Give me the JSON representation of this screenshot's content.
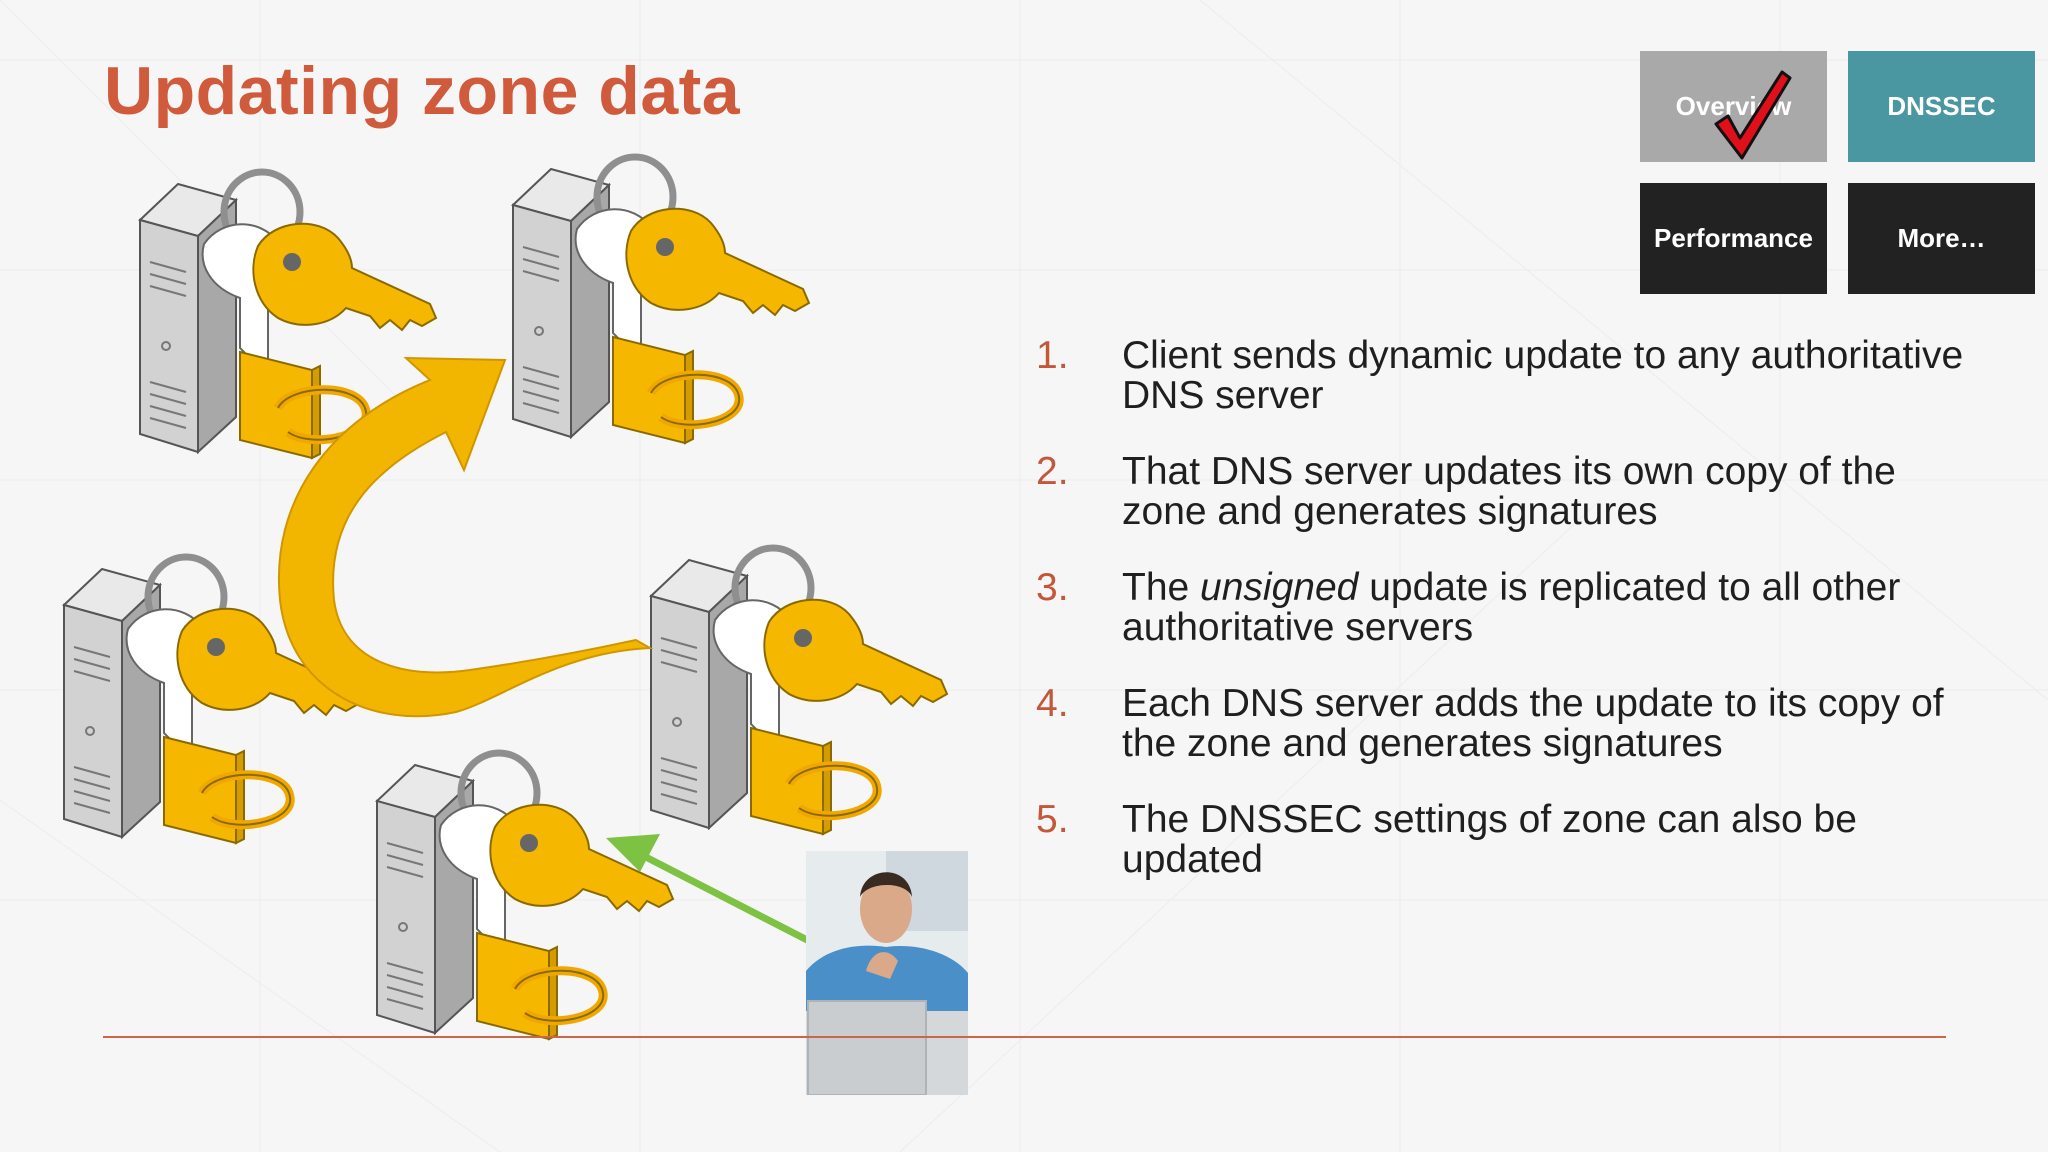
{
  "slide": {
    "title": "Updating zone data"
  },
  "nav_tiles": [
    {
      "label": "Overview",
      "color": "#a9a9a9",
      "completed": true
    },
    {
      "label": "DNSSEC",
      "color": "#4a97a1"
    },
    {
      "label": "Performance",
      "color": "#222222"
    },
    {
      "label": "More…",
      "color": "#222222"
    }
  ],
  "steps": [
    {
      "number": "1.",
      "text": "Client sends dynamic update to any authoritative DNS server"
    },
    {
      "number": "2.",
      "text": "That DNS server updates its own copy of the zone and generates signatures"
    },
    {
      "number": "3.",
      "before": "The ",
      "emph": "unsigned",
      "after": " update is replicated to all other authoritative servers"
    },
    {
      "number": "4.",
      "text": "Each DNS server adds the update to its copy of the zone and generates signatures"
    },
    {
      "number": "5.",
      "text": "The DNSSEC settings of zone can also be updated"
    }
  ],
  "colors": {
    "title": "#d05a3c",
    "accent_line": "#c8674c",
    "key_gold": "#f5b700",
    "arrow_gold": "#f4b800",
    "client_arrow": "#7dc242"
  },
  "icons": [
    "server-key-icon",
    "replication-arrow-icon",
    "client-arrow-icon",
    "checkmark-icon",
    "user-photo"
  ]
}
